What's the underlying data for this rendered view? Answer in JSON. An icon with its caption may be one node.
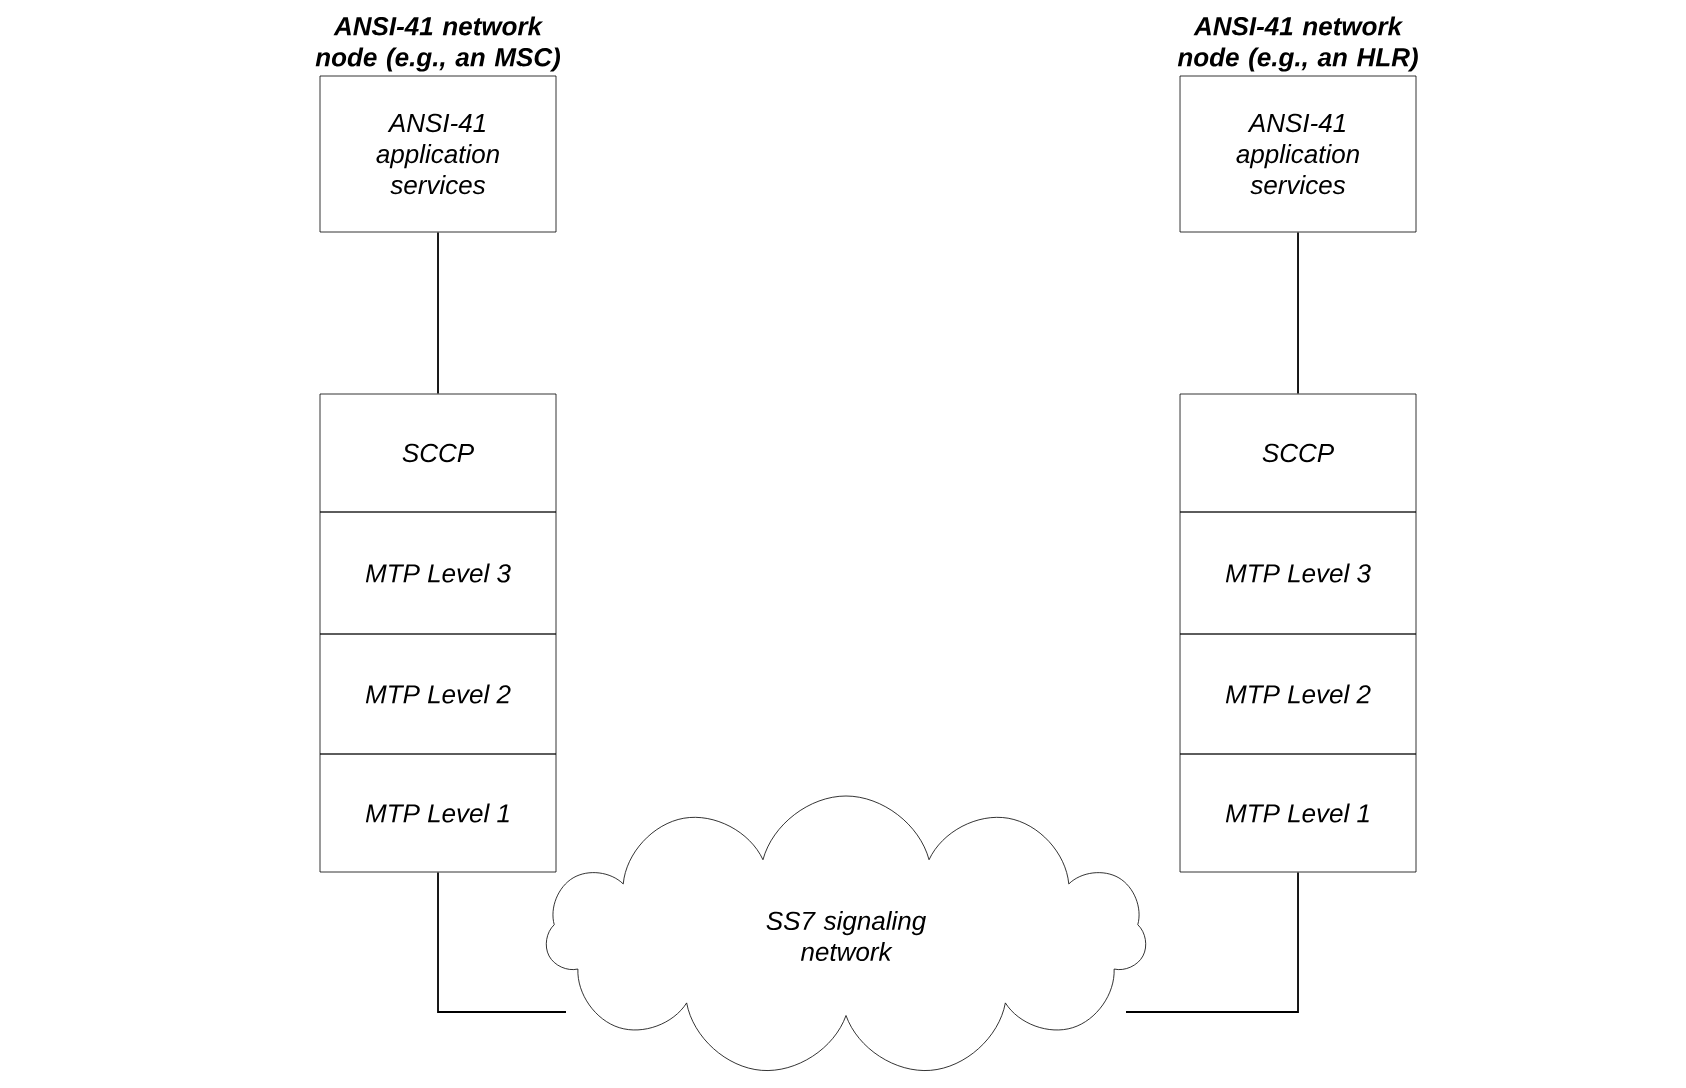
{
  "diagram": {
    "nodes": [
      {
        "text": [
          "ANSI-41 application services"
        ]
      },
      {
        "text": [
          "SCCP"
        ]
      },
      {
        "text": [
          "MTP Level 3"
        ]
      },
      {
        "text": [
          "MTP Level 2"
        ]
      },
      {
        "text": [
          "MTP Level 1"
        ]
      },
      {
        "text": [
          "ANSI-41 application services"
        ]
      },
      {
        "text": [
          "SCCP"
        ]
      },
      {
        "text": [
          "MTP Level 3"
        ]
      },
      {
        "text": [
          "MTP Level 2"
        ]
      },
      {
        "text": [
          "MTP Level 1"
        ]
      },
      {
        "text": [
          "SS7 signaling network"
        ]
      }
    ],
    "edges": [
      {
        "from": 0,
        "to": 1,
        "arrow": "none"
      },
      {
        "from": 5,
        "to": 6,
        "arrow": "none"
      },
      {
        "from": 4,
        "to": 10,
        "arrow": "none"
      },
      {
        "from": 10,
        "to": 9,
        "arrow": "none"
      }
    ],
    "labels": [
      "ANSI-41 network node (e.g., an MSC)",
      "ANSI-41 network node (e.g., an HLR)"
    ]
  }
}
